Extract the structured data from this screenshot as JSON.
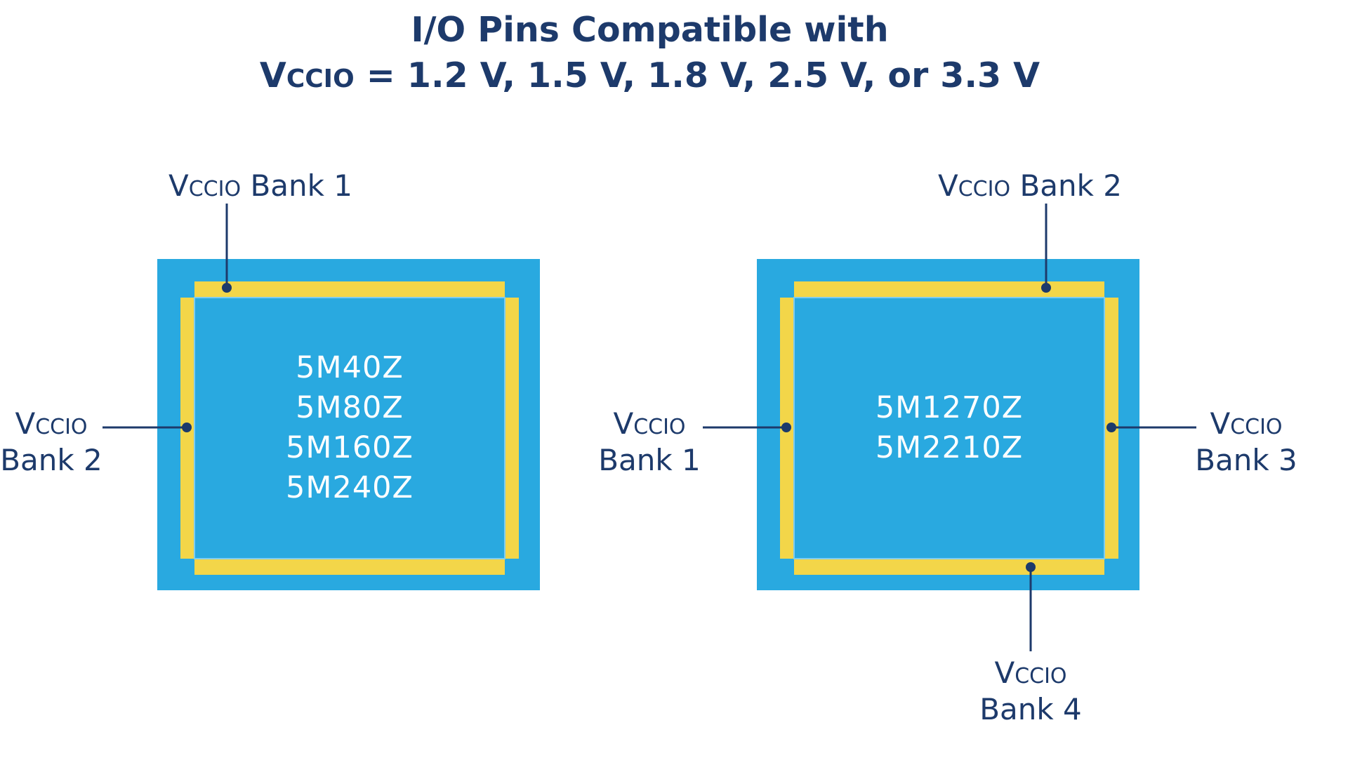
{
  "title": {
    "line1": "I/O Pins Compatible with",
    "line2_prefix_v": "V",
    "line2_prefix_sub": "CCIO",
    "line2_rest": " = 1.2 V, 1.5 V, 1.8 V, 2.5 V, or 3.3 V"
  },
  "vccio": {
    "v": "V",
    "sub": "CCIO"
  },
  "left_device": {
    "parts": [
      "5M40Z",
      "5M80Z",
      "5M160Z",
      "5M240Z"
    ],
    "bank_top": "Bank 1",
    "bank_left": "Bank 2"
  },
  "right_device": {
    "parts": [
      "5M1270Z",
      "5M2210Z"
    ],
    "bank_top": "Bank 2",
    "bank_left": "Bank 1",
    "bank_right": "Bank 3",
    "bank_bottom": "Bank 4"
  },
  "colors": {
    "chip": "#29a9e0",
    "pad": "#f3d649",
    "text": "#1d3a6b",
    "part_text": "#ffffff"
  }
}
